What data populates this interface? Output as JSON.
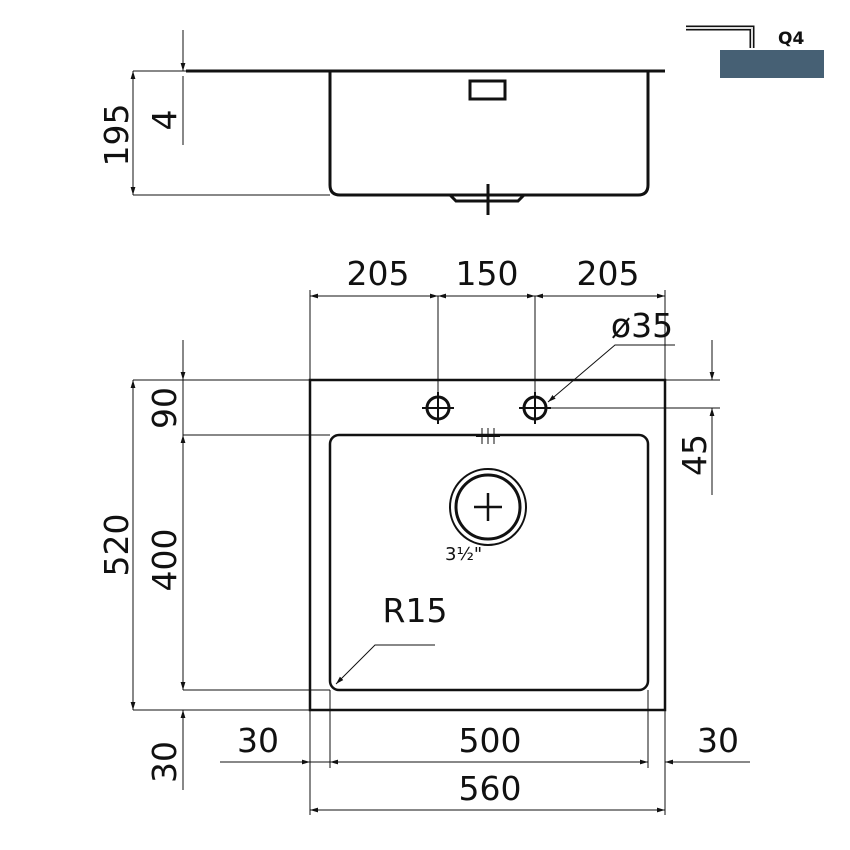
{
  "badge": {
    "label": "Q4",
    "color": "#466074"
  },
  "side_view": {
    "height_label": "195",
    "rim_label": "4"
  },
  "plan_view": {
    "tap_spacing": [
      "205",
      "150",
      "205"
    ],
    "hole_diameter": "ø35",
    "left_dims": {
      "total": "520",
      "back": "90",
      "bowl": "400",
      "front": "30"
    },
    "right_dim": "45",
    "drain_label": "3½\"",
    "radius_label": "R15",
    "bottom_dims": {
      "left": "30",
      "bowl": "500",
      "right": "30",
      "total": "560"
    }
  }
}
